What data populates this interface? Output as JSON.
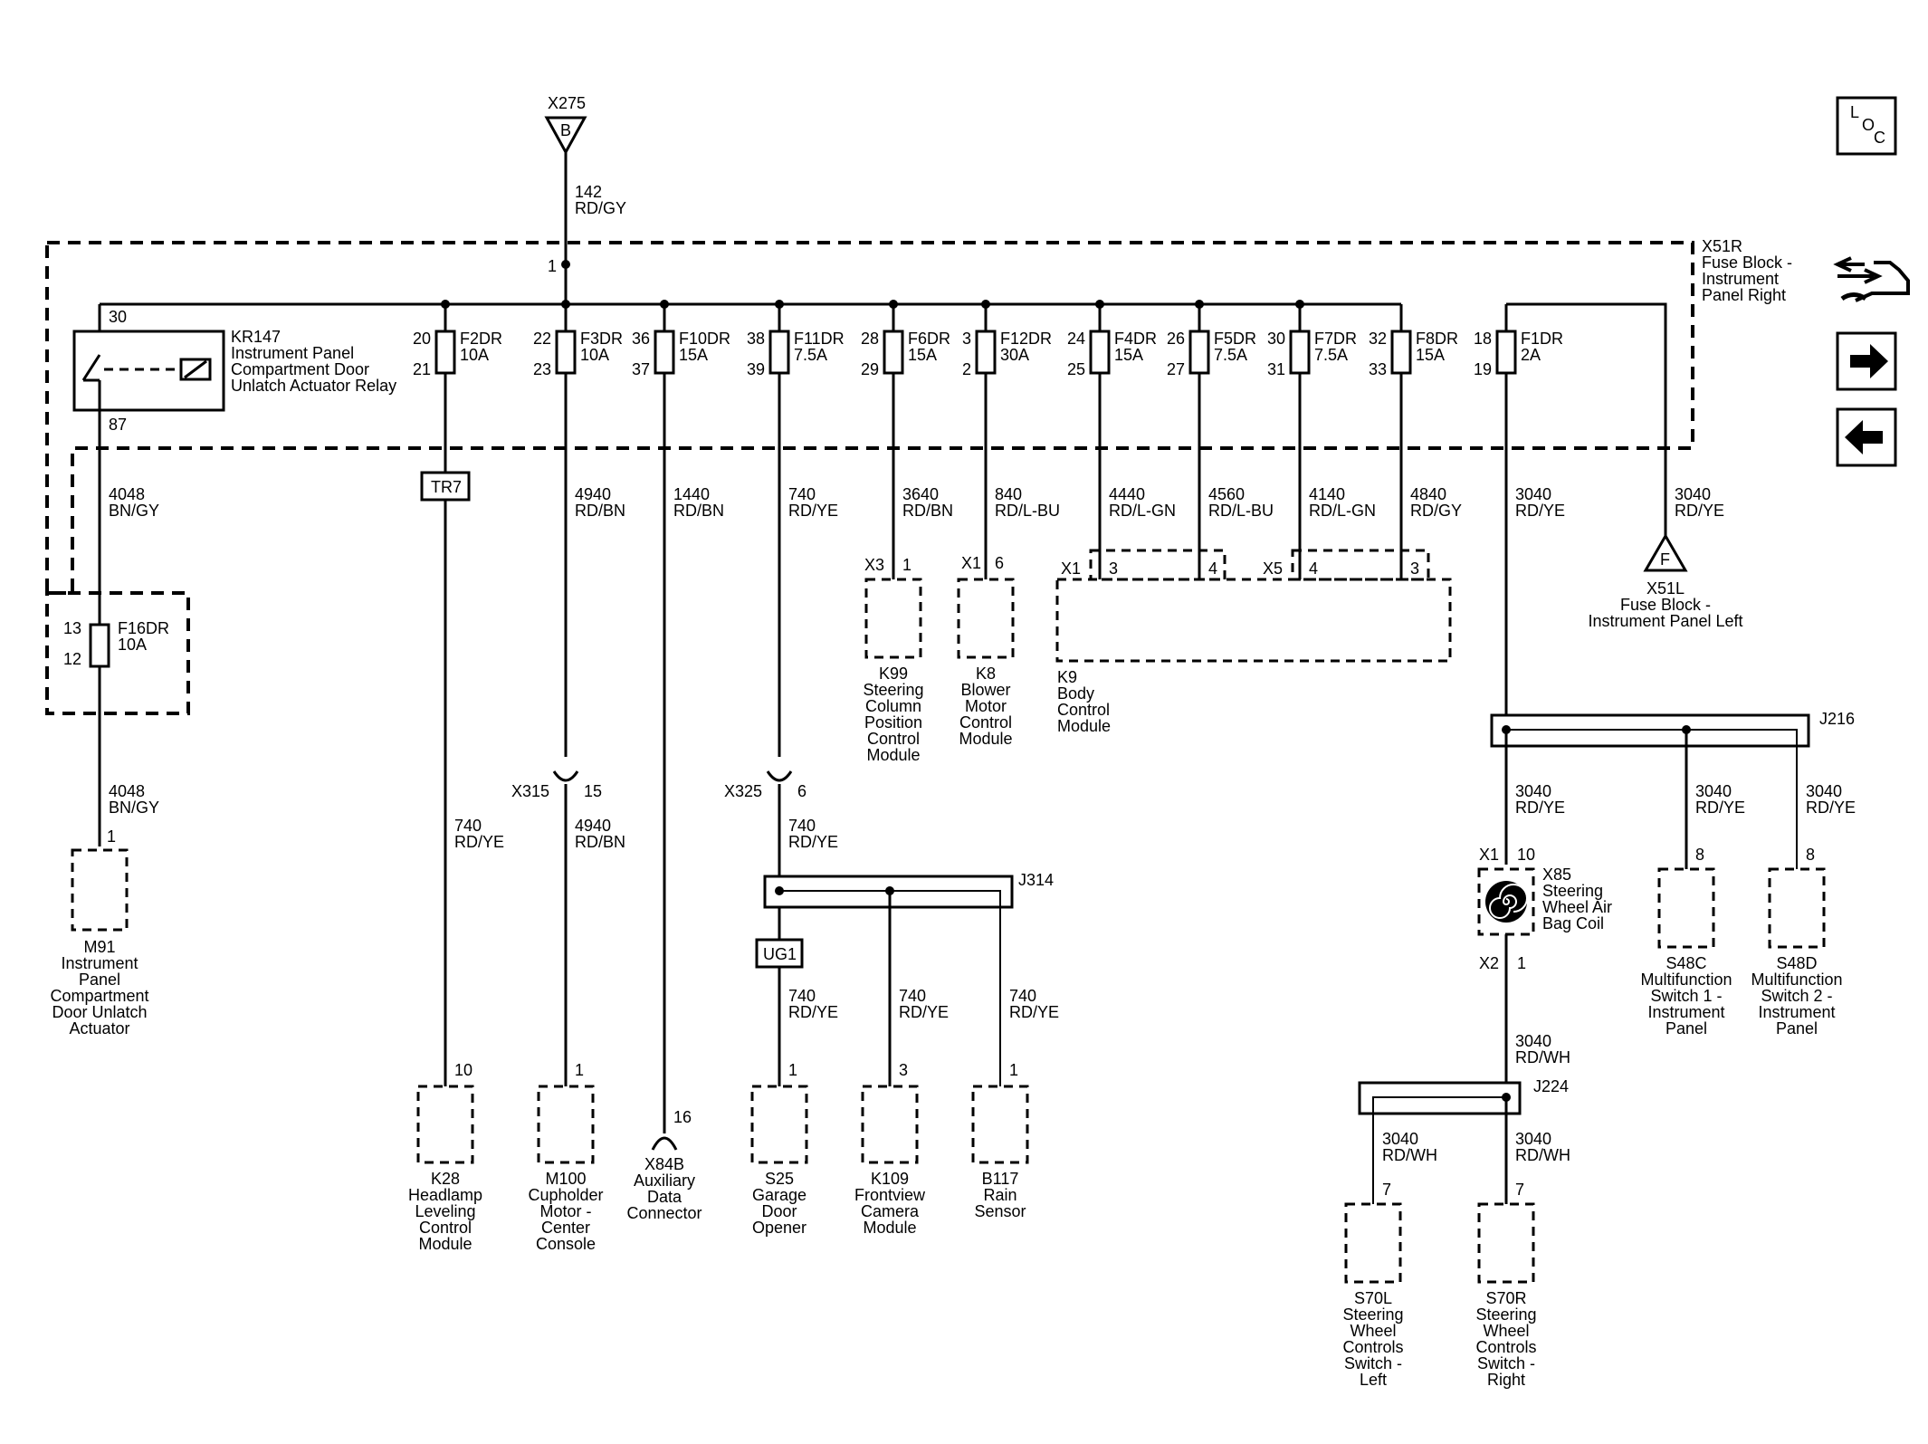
{
  "header": {
    "x275": "X275",
    "x275_letter": "B",
    "w142_num": "142",
    "w142_col": "RD/GY",
    "x51r": [
      "X51R",
      "Fuse Block -",
      "Instrument",
      "Panel Right"
    ],
    "splice_pin": "1"
  },
  "nav": {
    "loc": [
      "L",
      "O",
      "C"
    ]
  },
  "relay": {
    "name": [
      "KR147",
      "Instrument Panel",
      "Compartment Door",
      "Unlatch Actuator Relay"
    ],
    "pin30": "30",
    "pin87": "87"
  },
  "fuses": [
    {
      "name": "F2DR",
      "amp": "10A",
      "pin_in": "20",
      "pin_out": "21"
    },
    {
      "name": "F3DR",
      "amp": "10A",
      "pin_in": "22",
      "pin_out": "23"
    },
    {
      "name": "F10DR",
      "amp": "15A",
      "pin_in": "36",
      "pin_out": "37"
    },
    {
      "name": "F11DR",
      "amp": "7.5A",
      "pin_in": "38",
      "pin_out": "39"
    },
    {
      "name": "F6DR",
      "amp": "15A",
      "pin_in": "28",
      "pin_out": "29"
    },
    {
      "name": "F12DR",
      "amp": "30A",
      "pin_in": "3",
      "pin_out": "2"
    },
    {
      "name": "F4DR",
      "amp": "15A",
      "pin_in": "24",
      "pin_out": "25"
    },
    {
      "name": "F5DR",
      "amp": "7.5A",
      "pin_in": "26",
      "pin_out": "27"
    },
    {
      "name": "F7DR",
      "amp": "7.5A",
      "pin_in": "30",
      "pin_out": "31"
    },
    {
      "name": "F8DR",
      "amp": "15A",
      "pin_in": "32",
      "pin_out": "33"
    },
    {
      "name": "F1DR",
      "amp": "2A",
      "pin_in": "18",
      "pin_out": "19"
    }
  ],
  "f16": {
    "name": "F16DR",
    "amp": "10A",
    "pin_in": "13",
    "pin_out": "12"
  },
  "wires": {
    "w4048_top": [
      "4048",
      "BN/GY"
    ],
    "w4048_bot": [
      "4048",
      "BN/GY"
    ],
    "w740_k28": [
      "740",
      "RD/YE"
    ],
    "w4940_top": [
      "4940",
      "RD/BN"
    ],
    "w4940_bot": [
      "4940",
      "RD/BN"
    ],
    "w1440": [
      "1440",
      "RD/BN"
    ],
    "w740_top": [
      "740",
      "RD/YE"
    ],
    "w740_mid": [
      "740",
      "RD/YE"
    ],
    "w740_s25": [
      "740",
      "RD/YE"
    ],
    "w740_k109": [
      "740",
      "RD/YE"
    ],
    "w740_b117": [
      "740",
      "RD/YE"
    ],
    "w3640": [
      "3640",
      "RD/BN"
    ],
    "w840": [
      "840",
      "RD/L-BU"
    ],
    "w4440": [
      "4440",
      "RD/L-GN"
    ],
    "w4560": [
      "4560",
      "RD/L-BU"
    ],
    "w4140": [
      "4140",
      "RD/L-GN"
    ],
    "w4840": [
      "4840",
      "RD/GY"
    ],
    "w3040_a": [
      "3040",
      "RD/YE"
    ],
    "w3040_b": [
      "3040",
      "RD/YE"
    ],
    "w3040_c": [
      "3040",
      "RD/YE"
    ],
    "w3040_d": [
      "3040",
      "RD/YE"
    ],
    "w3040_e": [
      "3040",
      "RD/YE"
    ],
    "w3040_wh1": [
      "3040",
      "RD/WH"
    ],
    "w3040_wh2": [
      "3040",
      "RD/WH"
    ],
    "w3040_wh3": [
      "3040",
      "RD/WH"
    ]
  },
  "connectors": {
    "tr7": "TR7",
    "ug1": "UG1",
    "x315": "X315",
    "x315_pin": "15",
    "x325": "X325",
    "x325_pin": "6",
    "j314": "J314",
    "j216": "J216",
    "j224": "J224",
    "k99_conn": "X3",
    "k99_pin": "1",
    "k8_conn": "X1",
    "k8_pin": "6",
    "k9_x1": "X1",
    "k9_x1_a": "3",
    "k9_x1_b": "4",
    "k9_x5": "X5",
    "k9_x5_a": "4",
    "k9_x5_b": "3",
    "x51l_letter": "F",
    "x85_x1": "X1",
    "x85_pin10": "10",
    "x85_x2": "X2",
    "x85_pin1": "1",
    "m91_pin": "1",
    "k28_pin": "10",
    "m100_pin": "1",
    "x84b_pin": "16",
    "s25_pin": "1",
    "k109_pin": "3",
    "b117_pin": "1",
    "s48c_pin": "8",
    "s48d_pin": "8",
    "s70l_pin": "7",
    "s70r_pin": "7"
  },
  "components": {
    "m91": [
      "M91",
      "Instrument",
      "Panel",
      "Compartment",
      "Door Unlatch",
      "Actuator"
    ],
    "k28": [
      "K28",
      "Headlamp",
      "Leveling",
      "Control",
      "Module"
    ],
    "m100": [
      "M100",
      "Cupholder",
      "Motor -",
      "Center",
      "Console"
    ],
    "x84b": [
      "X84B",
      "Auxiliary",
      "Data",
      "Connector"
    ],
    "s25": [
      "S25",
      "Garage",
      "Door",
      "Opener"
    ],
    "k109": [
      "K109",
      "Frontview",
      "Camera",
      "Module"
    ],
    "b117": [
      "B117",
      "Rain",
      "Sensor"
    ],
    "k99": [
      "K99",
      "Steering",
      "Column",
      "Position",
      "Control",
      "Module"
    ],
    "k8": [
      "K8",
      "Blower",
      "Motor",
      "Control",
      "Module"
    ],
    "k9": [
      "K9",
      "Body",
      "Control",
      "Module"
    ],
    "x51l": [
      "X51L",
      "Fuse Block -",
      "Instrument Panel Left"
    ],
    "x85": [
      "X85",
      "Steering",
      "Wheel Air",
      "Bag Coil"
    ],
    "s48c": [
      "S48C",
      "Multifunction",
      "Switch 1 -",
      "Instrument",
      "Panel"
    ],
    "s48d": [
      "S48D",
      "Multifunction",
      "Switch 2 -",
      "Instrument",
      "Panel"
    ],
    "s70l": [
      "S70L",
      "Steering",
      "Wheel",
      "Controls",
      "Switch -",
      "Left"
    ],
    "s70r": [
      "S70R",
      "Steering",
      "Wheel",
      "Controls",
      "Switch -",
      "Right"
    ]
  }
}
